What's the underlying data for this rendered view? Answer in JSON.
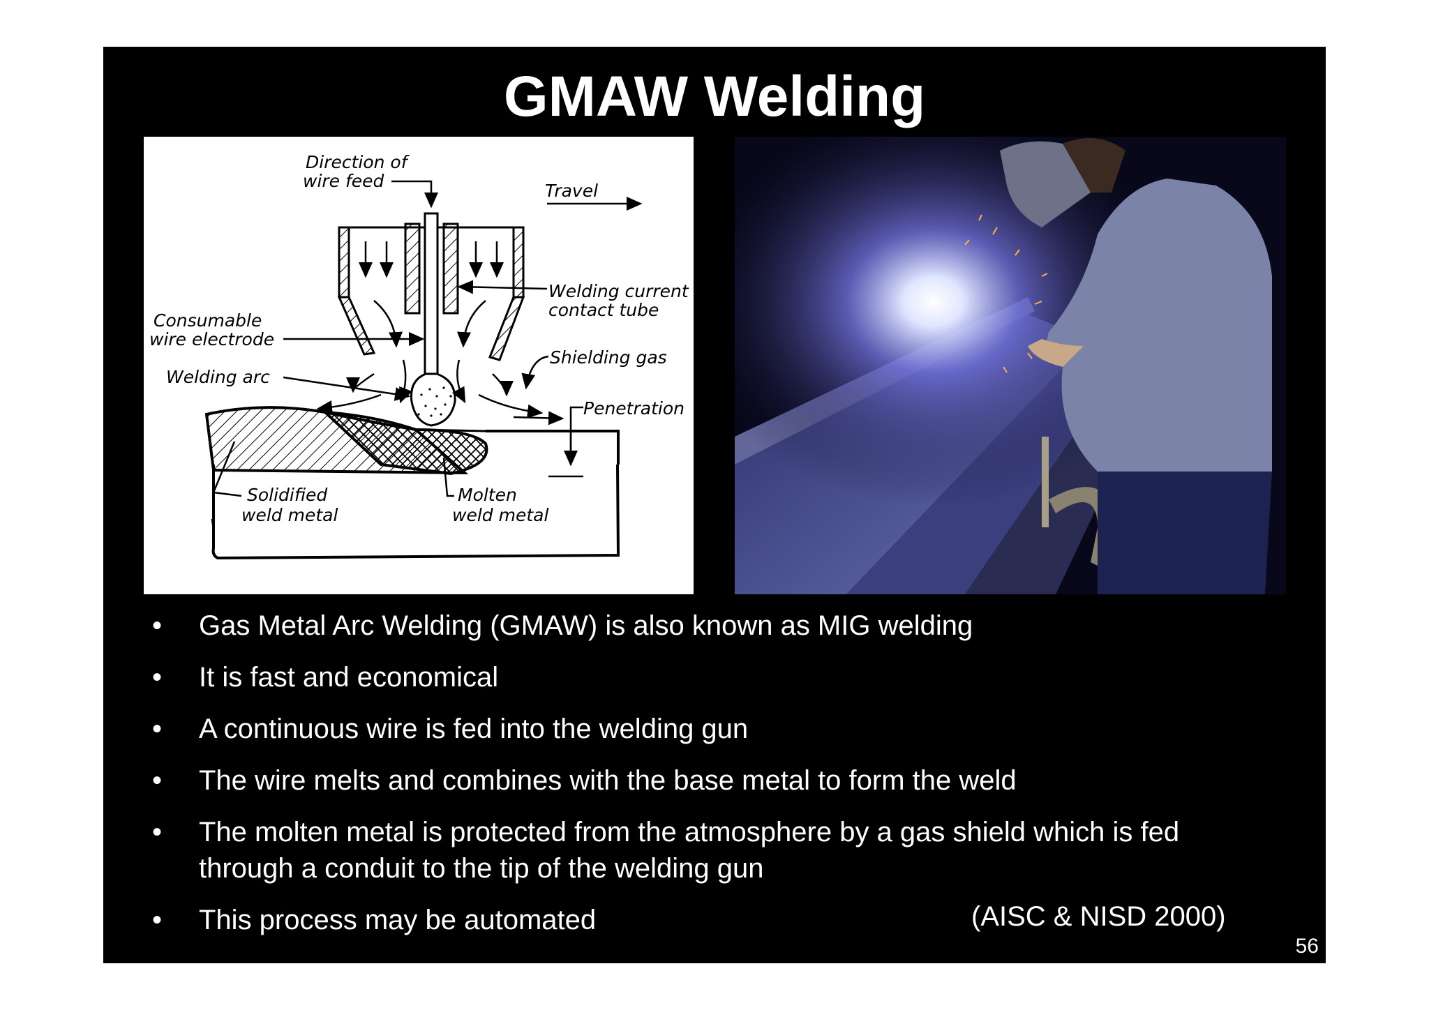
{
  "slide": {
    "title": "GMAW Welding",
    "page_number": "56",
    "citation": "(AISC & NISD 2000)"
  },
  "diagram": {
    "labels": {
      "direction_line1": "Direction of",
      "direction_line2": "wire feed",
      "travel": "Travel",
      "welding_current_line1": "Welding current",
      "welding_current_line2": "contact tube",
      "consumable_line1": "Consumable",
      "consumable_line2": "wire electrode",
      "shielding_gas": "Shielding gas",
      "welding_arc": "Welding arc",
      "penetration": "Penetration",
      "solidified_line1": "Solidified",
      "solidified_line2": "weld metal",
      "molten_line1": "Molten",
      "molten_line2": "weld metal"
    }
  },
  "bullets": [
    {
      "text": "Gas Metal Arc Welding (GMAW) is also known as MIG welding"
    },
    {
      "text": "It is fast and economical"
    },
    {
      "text": "A continuous wire is fed into the welding gun"
    },
    {
      "text": "The wire melts and combines with the base metal to form the weld"
    },
    {
      "text": "The molten metal is protected from the atmosphere by a gas shield which is fed through a conduit to the tip of the welding gun"
    },
    {
      "text": "This process may be automated"
    }
  ],
  "bullet_symbol": "•",
  "colors": {
    "slide_background": "#000000",
    "text": "#ffffff",
    "page_background": "#ffffff"
  }
}
